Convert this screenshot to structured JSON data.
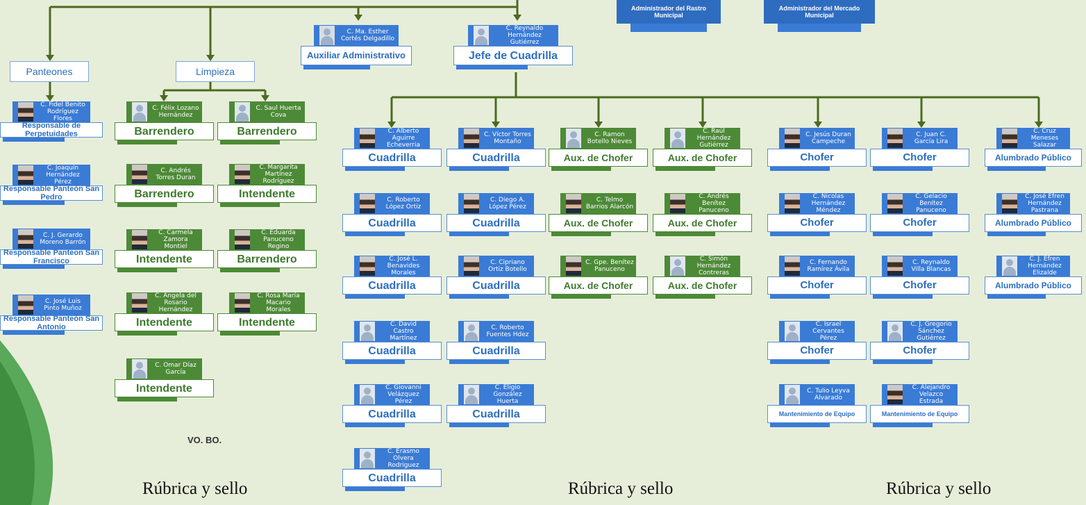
{
  "top_admins": [
    {
      "key": "rastro",
      "title": "Administrador del Rastro Municipal"
    },
    {
      "key": "mercado",
      "title": "Administrador del Mercado Municipal"
    }
  ],
  "departments": [
    {
      "key": "panteones",
      "label": "Panteones"
    },
    {
      "key": "limpieza",
      "label": "Limpieza"
    }
  ],
  "cards": [
    {
      "key": "auxiliar",
      "name": "C. Ma. Esther Cortés Delgadillo",
      "role": "Auxiliar Administrativo",
      "color": "blue",
      "photo": "woman"
    },
    {
      "key": "jefe",
      "name": "C. Reynaldo Hernández Gutiérrez",
      "role": "Jefe de Cuadrilla",
      "color": "blue",
      "photo": "anon"
    },
    {
      "key": "pan1",
      "name": "C. Fidel Benito Rodríguez Flores",
      "role": "Responsable de Perpetuidades",
      "color": "blue",
      "photo": "real"
    },
    {
      "key": "pan2",
      "name": "C. Joaquín Hernández Pérez",
      "role": "Responsable Panteón San Pedro",
      "color": "blue",
      "photo": "real"
    },
    {
      "key": "pan3",
      "name": "C. J. Gerardo Moreno Barrón",
      "role": "Responsable Panteon San Francisco",
      "color": "blue",
      "photo": "real"
    },
    {
      "key": "pan4",
      "name": "C. José Luis Pinto Muñoz",
      "role": "Responsable Panteón San Antonio",
      "color": "blue",
      "photo": "real"
    },
    {
      "key": "lim1",
      "name": "C. Félix Lozano Hernández",
      "role": "Barrendero",
      "color": "green",
      "photo": "anon"
    },
    {
      "key": "lim2",
      "name": "C. Saul Huerta Cova",
      "role": "Barrendero",
      "color": "green",
      "photo": "anon"
    },
    {
      "key": "lim3",
      "name": "C. Andrés Torres Duran",
      "role": "Barrendero",
      "color": "green",
      "photo": "real"
    },
    {
      "key": "lim4",
      "name": "C. Margarita Martínez Rodríguez",
      "role": "Intendente",
      "color": "green",
      "photo": "real"
    },
    {
      "key": "lim5",
      "name": "C. Carmela Zamora Montiel",
      "role": "Intendente",
      "color": "green",
      "photo": "real"
    },
    {
      "key": "lim6",
      "name": "C. Eduarda Panuceno Regino",
      "role": "Barrendero",
      "color": "green",
      "photo": "real"
    },
    {
      "key": "lim7",
      "name": "C. Angela del Rosario Hernández",
      "role": "Intendente",
      "color": "green",
      "photo": "real"
    },
    {
      "key": "lim8",
      "name": "C. Rosa María Macario Morales",
      "role": "Intendente",
      "color": "green",
      "photo": "real"
    },
    {
      "key": "lim9",
      "name": "C. Omar Díaz García",
      "role": "Intendente",
      "color": "green",
      "photo": "anon"
    },
    {
      "key": "cu1",
      "name": "C. Alberto Aguirre Echeverria",
      "role": "Cuadrilla",
      "color": "blue",
      "photo": "real"
    },
    {
      "key": "cu2",
      "name": "C. Roberto López Ortiz",
      "role": "Cuadrilla",
      "color": "blue",
      "photo": "real"
    },
    {
      "key": "cu3",
      "name": "C. José L. Benavides Morales",
      "role": "Cuadrilla",
      "color": "blue",
      "photo": "real"
    },
    {
      "key": "cu4",
      "name": "C. David Castro Martínez",
      "role": "Cuadrilla",
      "color": "blue",
      "photo": "anon"
    },
    {
      "key": "cu5",
      "name": "C. Giovanni Velázquez Pérez",
      "role": "Cuadrilla",
      "color": "blue",
      "photo": "anon"
    },
    {
      "key": "cu6",
      "name": "C. Erasmo Olvera Rodríguez",
      "role": "Cuadrilla",
      "color": "blue",
      "photo": "anon"
    },
    {
      "key": "cu7",
      "name": "C. Víctor Torres Montaño",
      "role": "Cuadrilla",
      "color": "blue",
      "photo": "real"
    },
    {
      "key": "cu8",
      "name": "C. Diego A. López Pérez",
      "role": "Cuadrilla",
      "color": "blue",
      "photo": "real"
    },
    {
      "key": "cu9",
      "name": "C. Cipriano Ortiz Botello",
      "role": "Cuadrilla",
      "color": "blue",
      "photo": "real"
    },
    {
      "key": "cu10",
      "name": "C. Roberto Fuentes Hdez",
      "role": "Cuadrilla",
      "color": "blue",
      "photo": "anon"
    },
    {
      "key": "cu11",
      "name": "C. Eligio González Huerta",
      "role": "Cuadrilla",
      "color": "blue",
      "photo": "anon"
    },
    {
      "key": "ax1",
      "name": "C. Ramon Botello Nieves",
      "role": "Aux. de Chofer",
      "color": "green",
      "photo": "anon"
    },
    {
      "key": "ax2",
      "name": "C. Raúl Hernández Gutiérrez",
      "role": "Aux. de Chofer",
      "color": "green",
      "photo": "anon"
    },
    {
      "key": "ax3",
      "name": "C. Telmo Barrios Alarcón",
      "role": "Aux. de Chofer",
      "color": "green",
      "photo": "real"
    },
    {
      "key": "ax4",
      "name": "C. Andrés Benítez Panuceno",
      "role": "Aux. de Chofer",
      "color": "green",
      "photo": "real"
    },
    {
      "key": "ax5",
      "name": "C. Gpe. Benítez Panuceno",
      "role": "Aux. de Chofer",
      "color": "green",
      "photo": "real"
    },
    {
      "key": "ax6",
      "name": "C. Simón Hernández Contreras",
      "role": "Aux. de Chofer",
      "color": "green",
      "photo": "anon"
    },
    {
      "key": "ch1",
      "name": "C. Jesús Duran Campeche",
      "role": "Chofer",
      "color": "blue",
      "photo": "real"
    },
    {
      "key": "ch2",
      "name": "C. Juan C. García Lira",
      "role": "Chofer",
      "color": "blue",
      "photo": "real"
    },
    {
      "key": "ch3",
      "name": "C. Nicolas Hernández Méndez",
      "role": "Chofer",
      "color": "blue",
      "photo": "real"
    },
    {
      "key": "ch4",
      "name": "C. Gelacio Benítez Panuceno",
      "role": "Chofer",
      "color": "blue",
      "photo": "real"
    },
    {
      "key": "ch5",
      "name": "C. Fernando Ramírez Ávila",
      "role": "Chofer",
      "color": "blue",
      "photo": "real"
    },
    {
      "key": "ch6",
      "name": "C. Reynaldo Villa Blancas",
      "role": "Chofer",
      "color": "blue",
      "photo": "real"
    },
    {
      "key": "ch7",
      "name": "C. Israel Cervantes Pérez",
      "role": "Chofer",
      "color": "blue",
      "photo": "anon"
    },
    {
      "key": "ch8",
      "name": "C. J. Gregorio Sánchez Gutiérrez",
      "role": "Chofer",
      "color": "blue",
      "photo": "anon"
    },
    {
      "key": "ch9",
      "name": "C. Tulio Leyva Alvarado",
      "role": "Mantenimiento de Equipo",
      "color": "blue",
      "photo": "anon"
    },
    {
      "key": "ch10",
      "name": "C. Alejandro Velazco Estrada",
      "role": "Mantenimiento de Equipo",
      "color": "blue",
      "photo": "real"
    },
    {
      "key": "al1",
      "name": "C. Cruz Meneses Salazar",
      "role": "Alumbrado Público",
      "color": "blue",
      "photo": "real"
    },
    {
      "key": "al2",
      "name": "C. José Efren Hernández Pastrana",
      "role": "Alumbrado Público",
      "color": "blue",
      "photo": "real"
    },
    {
      "key": "al3",
      "name": "C. J. Efren Hernández Elizalde",
      "role": "Alumbrado Público",
      "color": "blue",
      "photo": "anon"
    }
  ],
  "vobo": "VO. BO.",
  "signatures": [
    "Rúbrica y sello",
    "Rúbrica y sello",
    "Rúbrica y sello"
  ],
  "colors": {
    "background": "#e6eed9",
    "line": "#4d6a1f",
    "blue_header": "#3a7bd5",
    "green_header": "#4d8a37",
    "role_blue": "#2d6fc0",
    "role_green": "#3f7a2e",
    "accent_swoosh": "#5aa85a"
  }
}
